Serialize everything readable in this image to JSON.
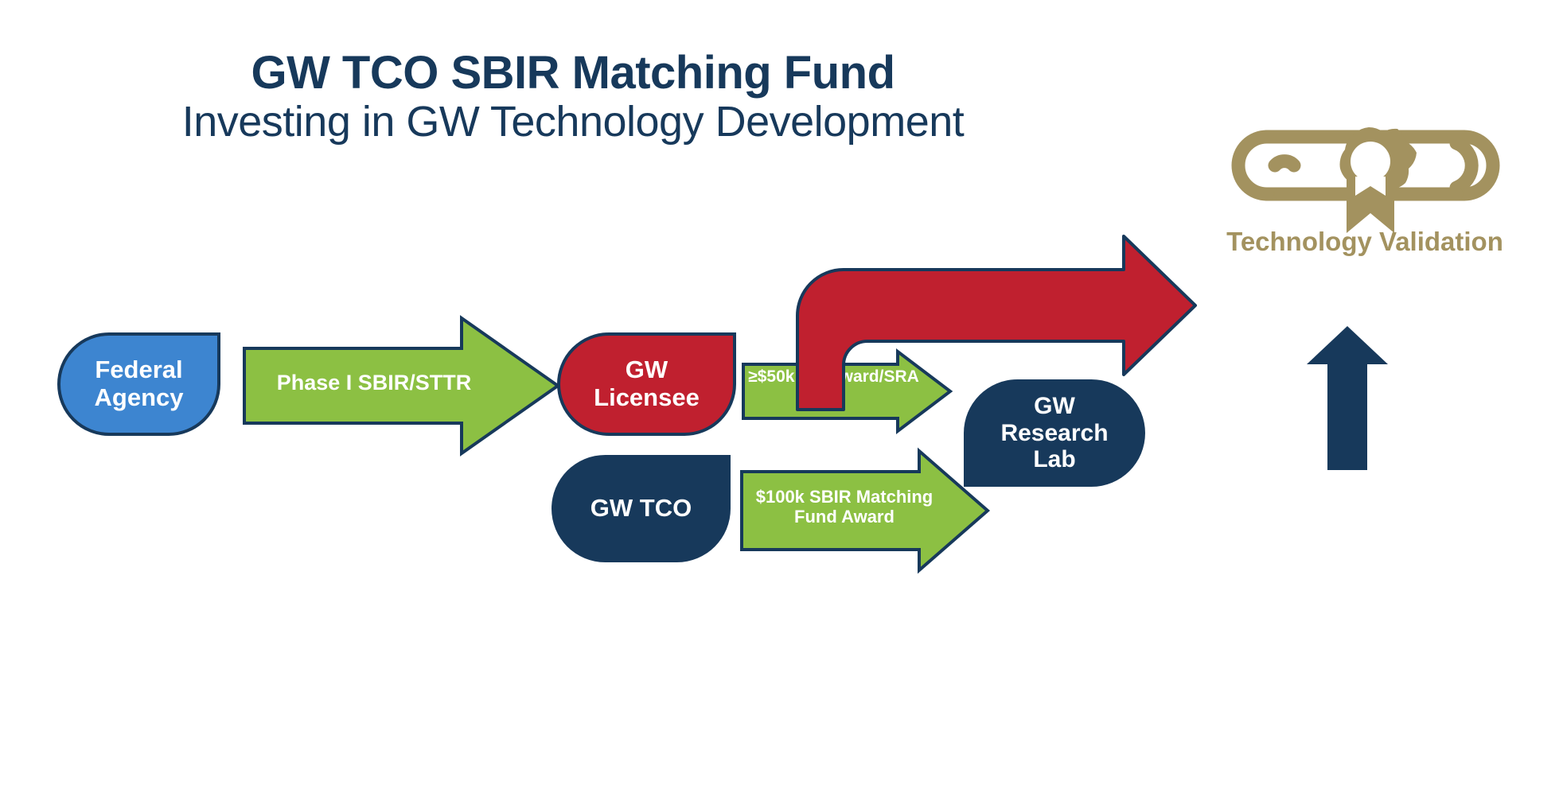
{
  "header": {
    "title": "GW TCO SBIR Matching Fund",
    "subtitle": "Investing in GW Technology Development"
  },
  "nodes": {
    "federal_agency": "Federal\nAgency",
    "gw_licensee": "GW\nLicensee",
    "gw_tco": "GW TCO",
    "gw_research_lab": "GW\nResearch\nLab"
  },
  "arrows": {
    "phase1": "Phase I SBIR/STTR",
    "subaward": "≥$50k Subaward/SRA",
    "matching_fund": "$100k SBIR Matching\nFund Award",
    "validation_flow": "",
    "lab_to_validation": ""
  },
  "outcome": {
    "label": "Technology Validation",
    "icon": "diploma-icon"
  },
  "colors": {
    "navy": "#17395b",
    "blue": "#3d85d0",
    "red": "#c0202f",
    "green": "#8cc043",
    "gold": "#a3925f",
    "white": "#ffffff"
  }
}
